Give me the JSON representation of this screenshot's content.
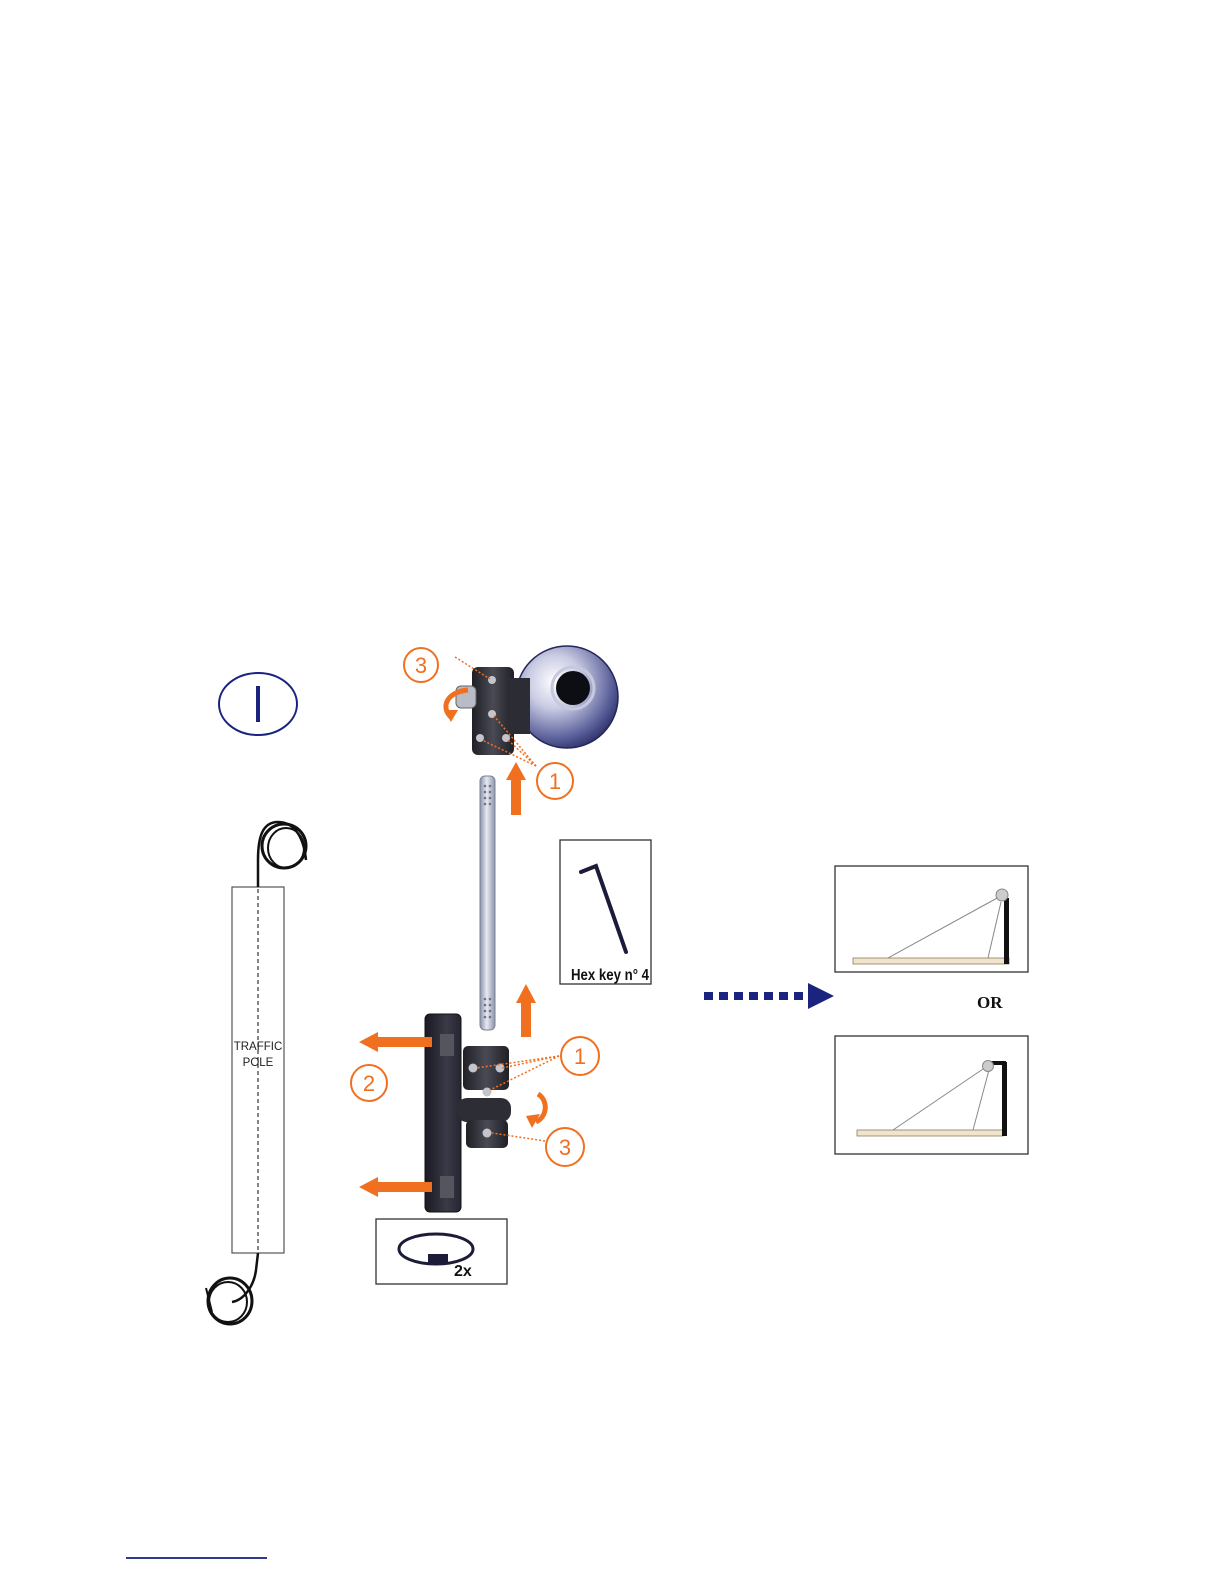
{
  "step": {
    "numeral": "I"
  },
  "pole": {
    "line1": "TRAFFIC",
    "line2": "POLE"
  },
  "callouts": {
    "one": "1",
    "two": "2",
    "three": "3"
  },
  "hex_key": {
    "label": "Hex key n° 4"
  },
  "strap": {
    "label": "2x"
  },
  "options": {
    "or_label": "OR"
  },
  "colors": {
    "accent": "#f07020",
    "navy": "#1a237e",
    "dark": "#2a2a30"
  }
}
